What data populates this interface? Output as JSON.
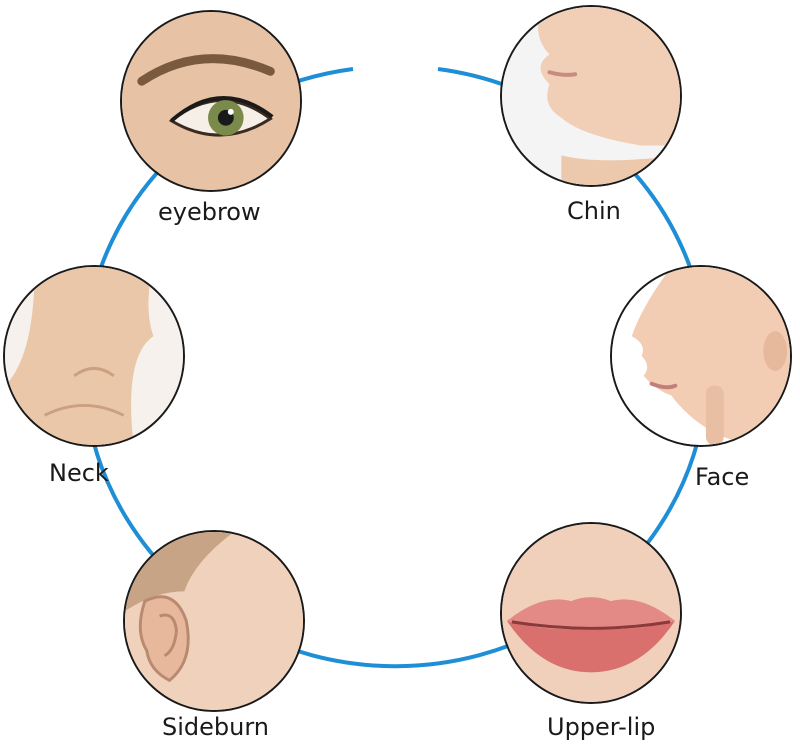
{
  "ring": {
    "color": "#1e8fd6"
  },
  "areas": [
    {
      "id": "eyebrow",
      "label": "eyebrow",
      "icon": "eye-icon"
    },
    {
      "id": "chin",
      "label": "Chin",
      "icon": "chin-icon"
    },
    {
      "id": "neck",
      "label": "Neck",
      "icon": "neck-icon"
    },
    {
      "id": "face",
      "label": "Face",
      "icon": "face-profile-icon"
    },
    {
      "id": "sideburn",
      "label": "Sideburn",
      "icon": "ear-icon"
    },
    {
      "id": "upper-lip",
      "label": "Upper-lip",
      "icon": "lips-icon"
    }
  ]
}
